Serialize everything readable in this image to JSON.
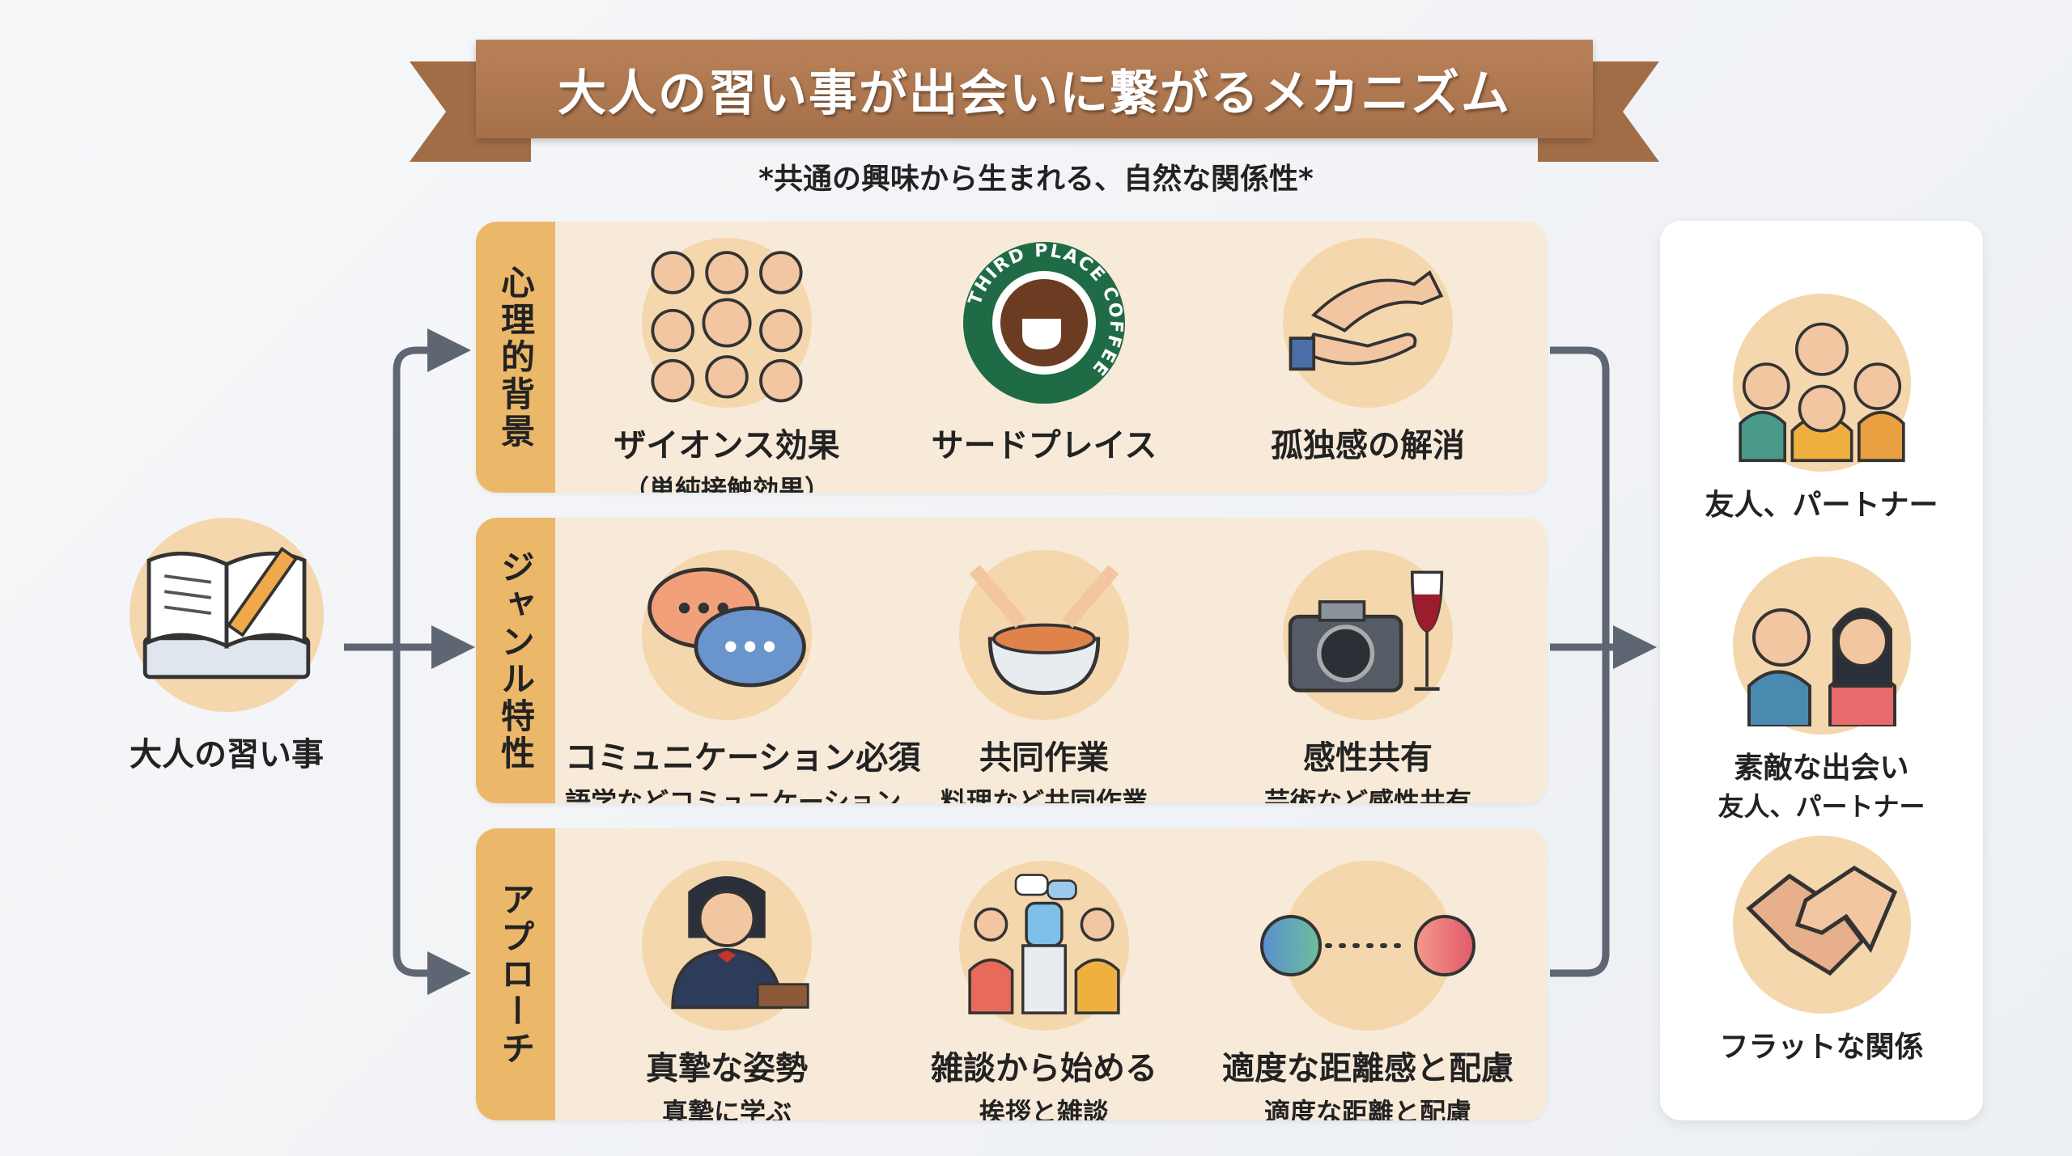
{
  "title": "大人の習い事が出会いに繋がるメカニズム",
  "subtitle": "*共通の興味から生まれる、自然な関係性*",
  "source": {
    "label": "大人の習い事",
    "icon": "book-pencil-icon"
  },
  "rows": [
    {
      "label": "心理的背景",
      "items": [
        {
          "label": "ザイオンス効果",
          "sub": "（単純接触効果）",
          "icon": "crowd-faces-icon"
        },
        {
          "label": "サードプレイス",
          "sub": "",
          "icon": "third-place-coffee-icon",
          "logo_text": "THIRD PLACE COFFEE"
        },
        {
          "label": "孤独感の解消",
          "sub": "",
          "icon": "helping-hands-icon"
        }
      ]
    },
    {
      "label": "ジャンル特性",
      "items": [
        {
          "label": "コミュニケーション必須",
          "sub": "語学などコミュニケーション",
          "icon": "speech-bubbles-icon"
        },
        {
          "label": "共同作業",
          "sub": "料理など共同作業",
          "icon": "cooking-bowl-icon"
        },
        {
          "label": "感性共有",
          "sub": "芸術など感性共有",
          "icon": "camera-wine-icon"
        }
      ]
    },
    {
      "label": "アプローチ",
      "items": [
        {
          "label": "真摯な姿勢",
          "sub": "真摯に学ぶ",
          "icon": "student-studying-icon"
        },
        {
          "label": "雑談から始める",
          "sub": "挨拶と雑談",
          "icon": "water-cooler-chat-icon"
        },
        {
          "label": "適度な距離感と配慮",
          "sub": "適度な距離と配慮",
          "icon": "two-dots-distance-icon"
        }
      ]
    }
  ],
  "outcomes": [
    {
      "label": "友人、パートナー",
      "sub": "",
      "icon": "group-friends-icon"
    },
    {
      "label": "素敵な出会い",
      "sub": "友人、パートナー",
      "icon": "couple-icon"
    },
    {
      "label": "フラットな関係",
      "sub": "",
      "icon": "handshake-icon"
    }
  ],
  "colors": {
    "banner": "#a5704a",
    "row_bg": "#f8ead9",
    "strip": "#ebb769",
    "circle": "#f5d7ad",
    "arrow": "#5f6673"
  }
}
